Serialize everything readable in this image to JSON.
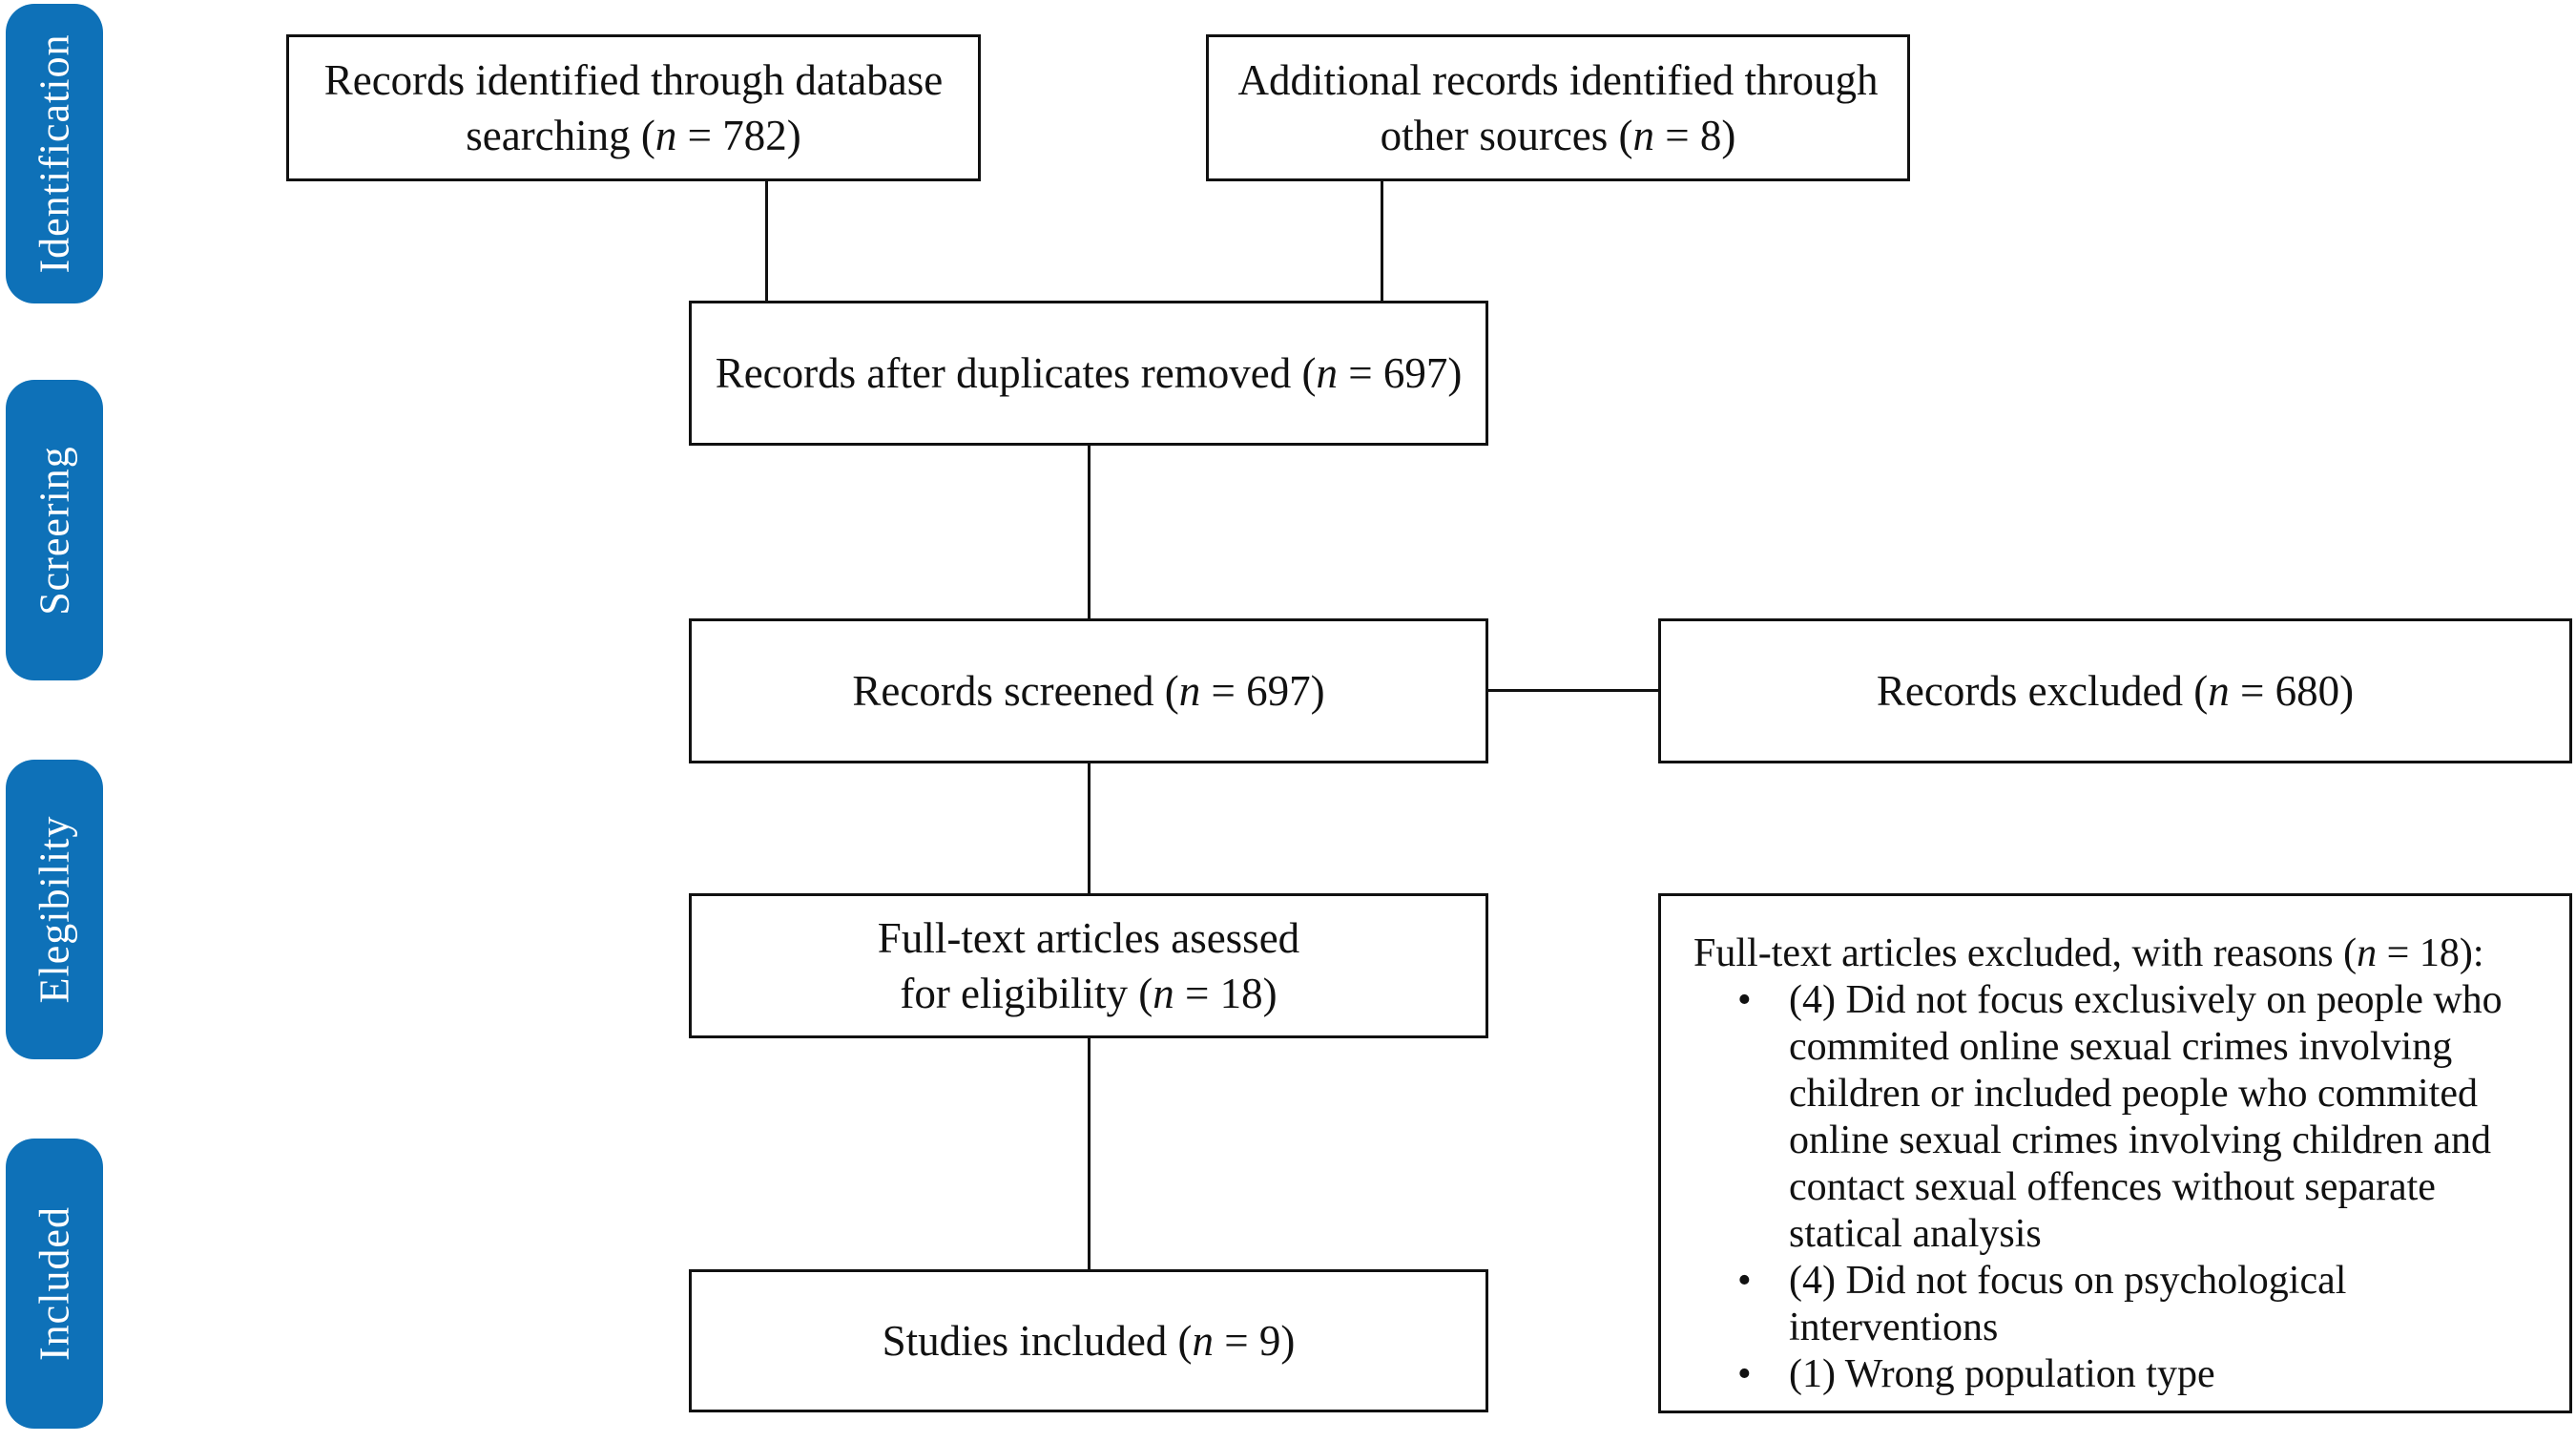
{
  "colors": {
    "accent": "#0E71B8",
    "ink": "#111111",
    "page_bg": "#FFFFFF",
    "box_bg": "#FFFFFF",
    "pill_text": "#FFFFFF"
  },
  "sidebar": {
    "stages": [
      {
        "label": "Identification"
      },
      {
        "label": "Screering"
      },
      {
        "label": "Elegibility"
      },
      {
        "label": "Included"
      }
    ]
  },
  "flow": {
    "identified": {
      "lines": [
        [
          {
            "t": "Records identified through database"
          }
        ],
        [
          {
            "t": "searching ("
          },
          {
            "t": "n",
            "i": true
          },
          {
            "t": " = 782)"
          }
        ]
      ]
    },
    "additional": {
      "lines": [
        [
          {
            "t": "Additional records identified through"
          }
        ],
        [
          {
            "t": "other sources ("
          },
          {
            "t": "n",
            "i": true
          },
          {
            "t": " = 8)"
          }
        ]
      ]
    },
    "deduplicated": {
      "lines": [
        [
          {
            "t": "Records after duplicates removed ("
          },
          {
            "t": "n",
            "i": true
          },
          {
            "t": " = 697)"
          }
        ]
      ]
    },
    "screened": {
      "lines": [
        [
          {
            "t": "Records screened ("
          },
          {
            "t": "n",
            "i": true
          },
          {
            "t": " = 697)"
          }
        ]
      ]
    },
    "excluded": {
      "lines": [
        [
          {
            "t": "Records excluded ("
          },
          {
            "t": "n",
            "i": true
          },
          {
            "t": " = 680)"
          }
        ]
      ]
    },
    "fulltext": {
      "lines": [
        [
          {
            "t": "Full-text articles asessed"
          }
        ],
        [
          {
            "t": "for eligibility ("
          },
          {
            "t": "n",
            "i": true
          },
          {
            "t": " = 18)"
          }
        ]
      ]
    },
    "included": {
      "lines": [
        [
          {
            "t": "Studies included ("
          },
          {
            "t": "n",
            "i": true
          },
          {
            "t": " = 9)"
          }
        ]
      ]
    },
    "reasons": {
      "title": [
        {
          "t": "Full-text articles excluded, with reasons ("
        },
        {
          "t": "n",
          "i": true
        },
        {
          "t": " = 18):"
        }
      ],
      "bullets": [
        {
          "lines": [
            "(4) Did not focus exclusively on people who",
            "commited online sexual crimes involving",
            "children or included people who commited",
            "online sexual crimes involving children and",
            "contact sexual offences without separate",
            "statical analysis"
          ]
        },
        {
          "lines": [
            "(4) Did not focus on psychological",
            "interventions"
          ]
        },
        {
          "lines": [
            "(1) Wrong population type"
          ]
        }
      ]
    }
  }
}
